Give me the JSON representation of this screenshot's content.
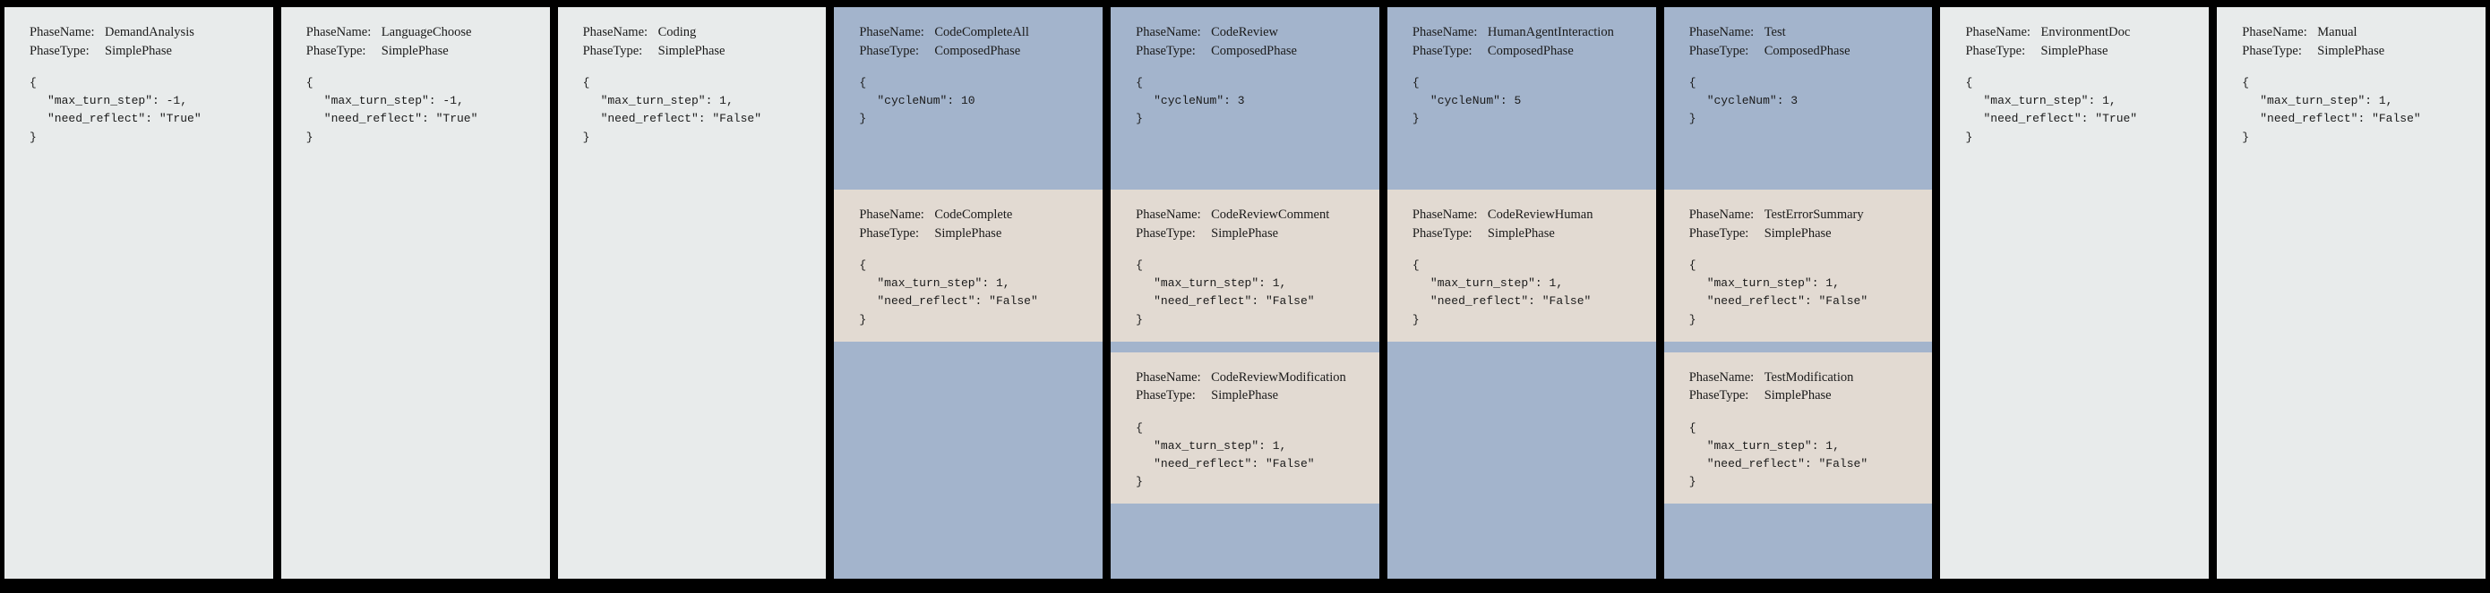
{
  "theme": {
    "background": "#000000",
    "simple_block": "#e8ebeb",
    "composed_block": "#a3b4cc",
    "sub_block": "#e2dad2",
    "text": "#1a1a1a"
  },
  "labels": {
    "phase_name": "PhaseName:",
    "phase_type": "PhaseType:",
    "brace_open": "{",
    "brace_close": "}"
  },
  "columns": [
    {
      "id": "demand-analysis",
      "kind": "simple",
      "head": {
        "phase_name": "DemandAnalysis",
        "phase_type": "SimplePhase",
        "json": [
          "\"max_turn_step\": -1,",
          "\"need_reflect\": \"True\""
        ]
      },
      "subs": []
    },
    {
      "id": "language-choose",
      "kind": "simple",
      "head": {
        "phase_name": "LanguageChoose",
        "phase_type": "SimplePhase",
        "json": [
          "\"max_turn_step\": -1,",
          "\"need_reflect\": \"True\""
        ]
      },
      "subs": []
    },
    {
      "id": "coding",
      "kind": "simple",
      "head": {
        "phase_name": "Coding",
        "phase_type": "SimplePhase",
        "json": [
          "\"max_turn_step\": 1,",
          "\"need_reflect\": \"False\""
        ]
      },
      "subs": []
    },
    {
      "id": "code-complete-all",
      "kind": "composed",
      "head": {
        "phase_name": "CodeCompleteAll",
        "phase_type": "ComposedPhase",
        "json": [
          "\"cycleNum\": 10"
        ]
      },
      "subs": [
        {
          "id": "code-complete",
          "phase_name": "CodeComplete",
          "phase_type": "SimplePhase",
          "json": [
            "\"max_turn_step\": 1,",
            "\"need_reflect\": \"False\""
          ]
        }
      ]
    },
    {
      "id": "code-review",
      "kind": "composed",
      "head": {
        "phase_name": "CodeReview",
        "phase_type": "ComposedPhase",
        "json": [
          "\"cycleNum\": 3"
        ]
      },
      "subs": [
        {
          "id": "code-review-comment",
          "phase_name": "CodeReviewComment",
          "phase_type": "SimplePhase",
          "json": [
            "\"max_turn_step\": 1,",
            "\"need_reflect\": \"False\""
          ]
        },
        {
          "id": "code-review-modification",
          "phase_name": "CodeReviewModification",
          "phase_type": "SimplePhase",
          "json": [
            "\"max_turn_step\": 1,",
            "\"need_reflect\": \"False\""
          ]
        }
      ]
    },
    {
      "id": "human-agent-interaction",
      "kind": "composed",
      "head": {
        "phase_name": "HumanAgentInteraction",
        "phase_type": "ComposedPhase",
        "json": [
          "\"cycleNum\": 5"
        ]
      },
      "subs": [
        {
          "id": "code-review-human",
          "phase_name": "CodeReviewHuman",
          "phase_type": "SimplePhase",
          "json": [
            "\"max_turn_step\": 1,",
            "\"need_reflect\": \"False\""
          ]
        }
      ]
    },
    {
      "id": "test",
      "kind": "composed",
      "head": {
        "phase_name": "Test",
        "phase_type": "ComposedPhase",
        "json": [
          "\"cycleNum\": 3"
        ]
      },
      "subs": [
        {
          "id": "test-error-summary",
          "phase_name": "TestErrorSummary",
          "phase_type": "SimplePhase",
          "json": [
            "\"max_turn_step\": 1,",
            "\"need_reflect\": \"False\""
          ]
        },
        {
          "id": "test-modification",
          "phase_name": "TestModification",
          "phase_type": "SimplePhase",
          "json": [
            "\"max_turn_step\": 1,",
            "\"need_reflect\": \"False\""
          ]
        }
      ]
    },
    {
      "id": "environment-doc",
      "kind": "simple",
      "head": {
        "phase_name": "EnvironmentDoc",
        "phase_type": "SimplePhase",
        "json": [
          "\"max_turn_step\": 1,",
          "\"need_reflect\": \"True\""
        ]
      },
      "subs": []
    },
    {
      "id": "manual",
      "kind": "simple",
      "head": {
        "phase_name": "Manual",
        "phase_type": "SimplePhase",
        "json": [
          "\"max_turn_step\": 1,",
          "\"need_reflect\": \"False\""
        ]
      },
      "subs": []
    }
  ]
}
